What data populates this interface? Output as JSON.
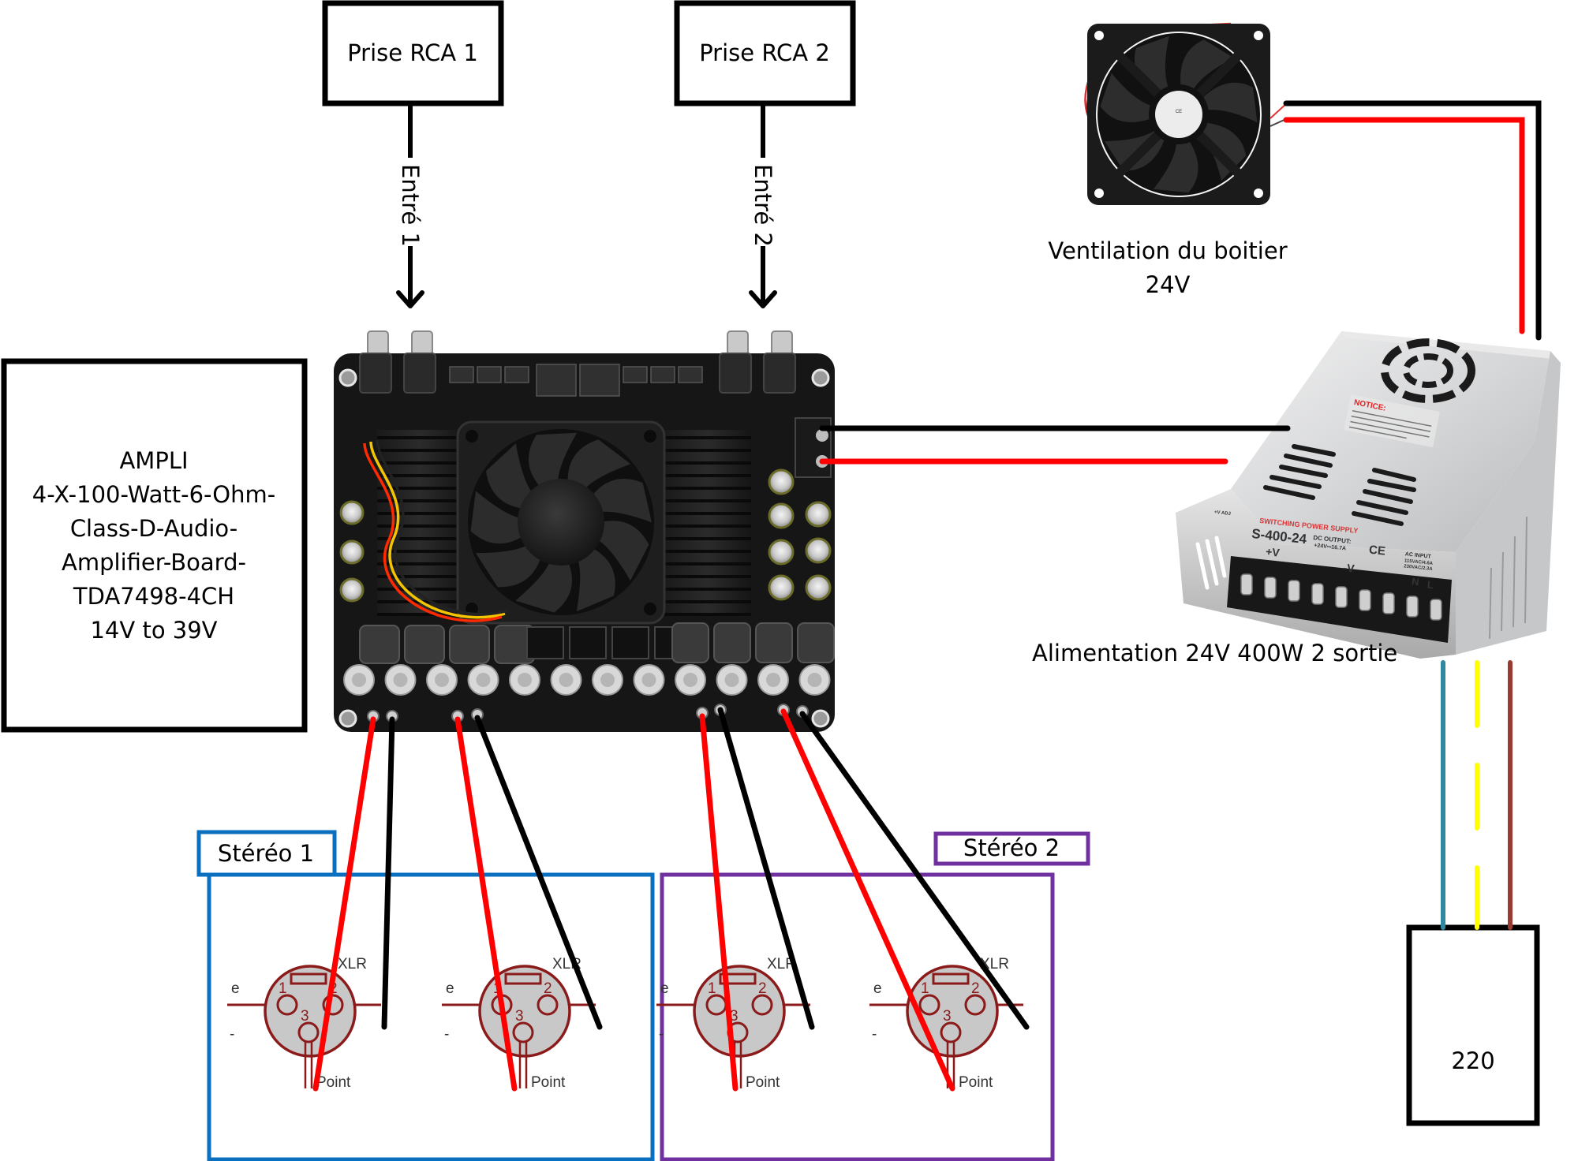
{
  "title": "Schéma de câblage ampli 4 canaux",
  "inputs": [
    {
      "box_label": "Prise RCA 1",
      "arrow_label": "Entré 1"
    },
    {
      "box_label": "Prise RCA 2",
      "arrow_label": "Entré 2"
    }
  ],
  "amplifier": {
    "lines": [
      "AMPLI",
      "4-X-100-Watt-6-Ohm-",
      "Class-D-Audio-",
      "Amplifier-Board-",
      "TDA7498-4CH",
      "14V to 39V"
    ]
  },
  "case_fan": {
    "label_line1": "Ventilation du boitier",
    "label_line2": "24V"
  },
  "power_supply": {
    "label": "Alimentation 24V 400W 2 sortie",
    "brand_line": "SWITCHING POWER SUPPLY",
    "model": "S-400-24",
    "dc_output": "DC OUTPUT:",
    "dc_rating": "+24V⎓16.7A",
    "plus_v": "+V",
    "minus_v": "-V",
    "ce_mark": "CE",
    "ac_input": "AC INPUT",
    "ac_115": "115VAC/4.6A",
    "ac_230": "230VAC/2.3A",
    "notice_title": "NOTICE:",
    "neutral": "N",
    "line": "L",
    "adj": "+V ADJ"
  },
  "mains": {
    "label": "220",
    "wire_colors": {
      "neutral": "#2e8a9e",
      "earth": "#ffff00",
      "live": "#9b3a32"
    }
  },
  "stereo_groups": [
    {
      "label": "Stéréo 1",
      "color": "#0a6fbf"
    },
    {
      "label": "Stéréo 2",
      "color": "#7030a0"
    }
  ],
  "xlr_connector": {
    "name": "XLR",
    "pins": [
      "1",
      "2",
      "3"
    ],
    "pin3_label": "Point",
    "left_fragment": "e",
    "dash_fragment": "-"
  },
  "wire_colors": {
    "positive": "#ff0000",
    "negative": "#000000"
  }
}
